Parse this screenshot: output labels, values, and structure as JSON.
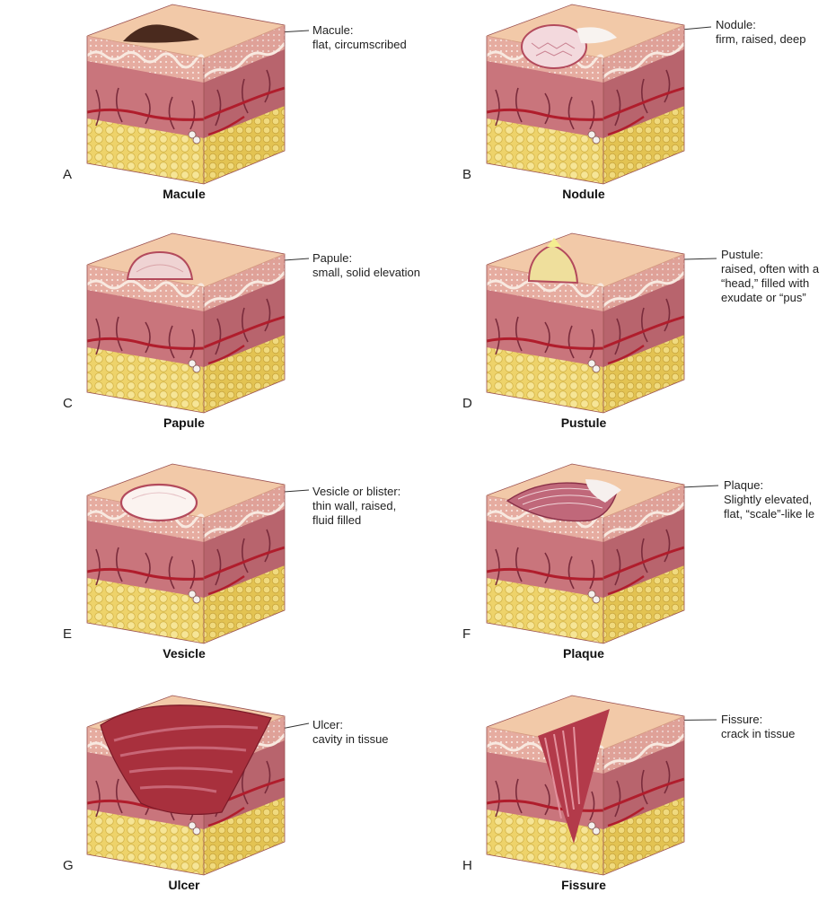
{
  "panels": [
    {
      "letter": "A",
      "caption": "Macule",
      "callout": [
        "Macule:",
        "flat, circumscribed"
      ]
    },
    {
      "letter": "B",
      "caption": "Nodule",
      "callout": [
        "Nodule:",
        "firm, raised, deep"
      ]
    },
    {
      "letter": "C",
      "caption": "Papule",
      "callout": [
        "Papule:",
        "small, solid elevation"
      ]
    },
    {
      "letter": "D",
      "caption": "Pustule",
      "callout": [
        "Pustule:",
        "raised, often with a",
        "“head,” filled with",
        "exudate or “pus”"
      ]
    },
    {
      "letter": "E",
      "caption": "Vesicle",
      "callout": [
        "Vesicle or blister:",
        "thin wall, raised,",
        "fluid filled"
      ]
    },
    {
      "letter": "F",
      "caption": "Plaque",
      "callout": [
        "Plaque:",
        "Slightly elevated,",
        "flat, “scale”-like le"
      ]
    },
    {
      "letter": "G",
      "caption": "Ulcer",
      "callout": [
        "Ulcer:",
        "cavity in tissue"
      ]
    },
    {
      "letter": "H",
      "caption": "Fissure",
      "callout": [
        "Fissure:",
        "crack in tissue"
      ]
    }
  ],
  "colors": {
    "surface": "#f2c9a8",
    "epidermis": "#e7b3a8",
    "dermis": "#c9757c",
    "fat": "#eed36a",
    "vessel": "#b01d2c",
    "nerve": "#7a2c3c",
    "lesion_dark": "#4a2a1e"
  }
}
